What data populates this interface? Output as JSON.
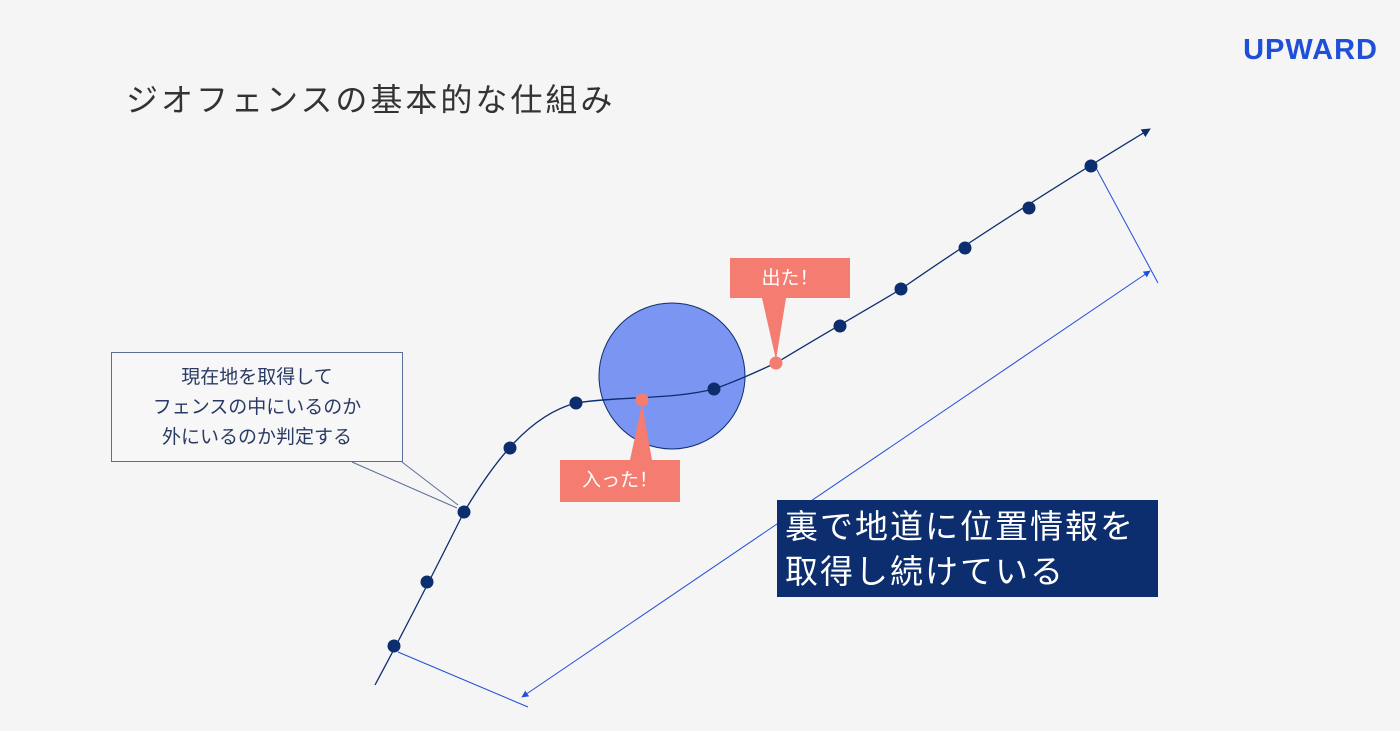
{
  "logo": "UPWARD",
  "title": "ジオフェンスの基本的な仕組み",
  "callout": {
    "lines": [
      "現在地を取得して",
      "フェンスの中にいるのか",
      "外にいるのか判定する"
    ]
  },
  "bubbles": {
    "enter": "入った！",
    "exit": "出た！"
  },
  "note": {
    "lines": [
      "裏で地道に位置情報を",
      "取得し続けている"
    ]
  },
  "colors": {
    "brand": "#1f4fd8",
    "path": "#0d2e6e",
    "fence": "#7b96f2",
    "event": "#f47c70"
  }
}
